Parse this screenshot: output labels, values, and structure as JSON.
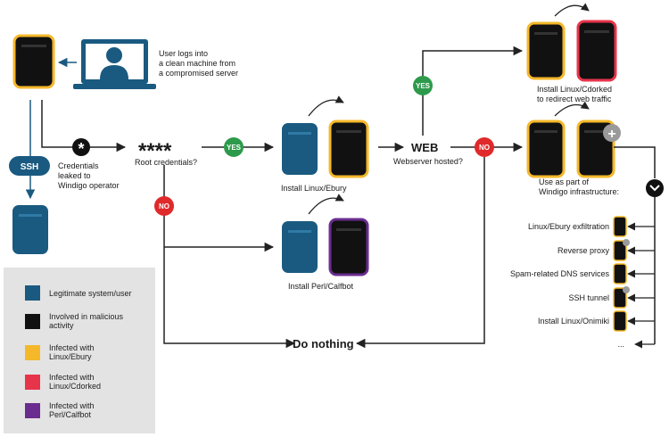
{
  "colors": {
    "legitimate": "#1a5a80",
    "malicious": "#111111",
    "ebury": "#f5b82a",
    "cdorked": "#e8344b",
    "calfbot": "#6a2d8f",
    "yes": "#2d9a4b",
    "no": "#e0292a",
    "ssh": "#1a5a80"
  },
  "labels": {
    "user_logs": "User logs into\na clean machine from\na compromised server",
    "ssh": "SSH",
    "asterisk": "*",
    "credentials": "Credentials\nleaked to\nWindigo operator",
    "stars": "****",
    "root_credentials": "Root credentials?",
    "yes": "YES",
    "no": "NO",
    "install_ebury": "Install Linux/Ebury",
    "install_calfbot": "Install Perl/Calfbot",
    "web": "WEB",
    "webserver_hosted": "Webserver hosted?",
    "install_cdorked": "Install Linux/Cdorked\nto redirect web traffic",
    "use_as_part": "Use as part of\nWindigo infrastructure:",
    "do_nothing": "Do nothing",
    "plus": "+",
    "chevron": "⌄"
  },
  "infrastructure": [
    "Linux/Ebury exfiltration",
    "Reverse proxy",
    "Spam-related DNS services",
    "SSH tunnel",
    "Install Linux/Onimiki",
    "..."
  ],
  "legend": [
    {
      "label": "Legitimate system/user",
      "color": "#1a5a80"
    },
    {
      "label": "Involved in malicious\nactivity",
      "color": "#111111"
    },
    {
      "label": "Infected with\nLinux/Ebury",
      "color": "#f5b82a"
    },
    {
      "label": "Infected with\nLinux/Cdorked",
      "color": "#e8344b"
    },
    {
      "label": "Infected with\nPerl/Calfbot",
      "color": "#6a2d8f"
    }
  ]
}
